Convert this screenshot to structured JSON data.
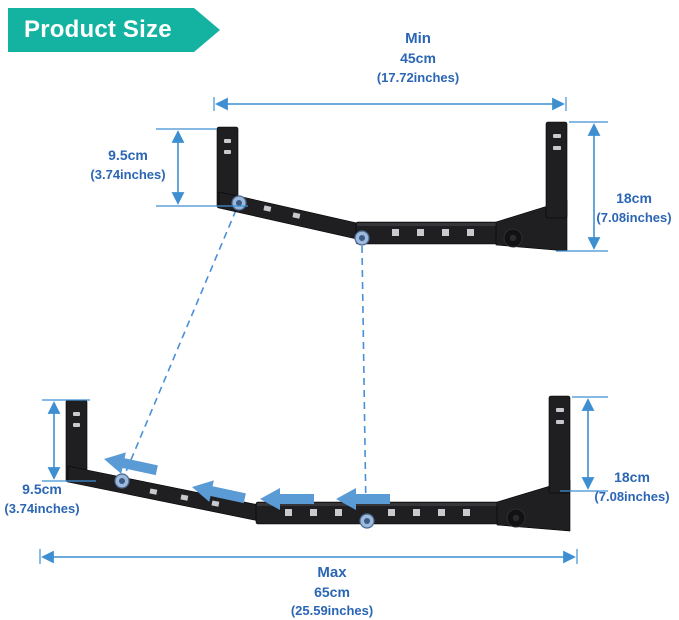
{
  "banner": {
    "title": "Product Size"
  },
  "min_view": {
    "label": "Min",
    "width_value": "45cm",
    "width_inches": "(17.72inches)",
    "left_height_value": "9.5cm",
    "left_height_inches": "(3.74inches)",
    "right_height_value": "18cm",
    "right_height_inches": "(7.08inches)"
  },
  "max_view": {
    "label": "Max",
    "width_value": "65cm",
    "width_inches": "(25.59inches)",
    "left_height_value": "9.5cm",
    "left_height_inches": "(3.74inches)",
    "right_height_value": "18cm",
    "right_height_inches": "(7.08inches)"
  },
  "colors": {
    "banner_bg": "#14b3a1",
    "banner_text": "#ffffff",
    "dimension_text": "#2b66b4",
    "dimension_line": "#3d8fd2",
    "dashed_line": "#4a90d9",
    "arrow_fill": "#5b9bd5",
    "product_color": "#1f1f22"
  }
}
